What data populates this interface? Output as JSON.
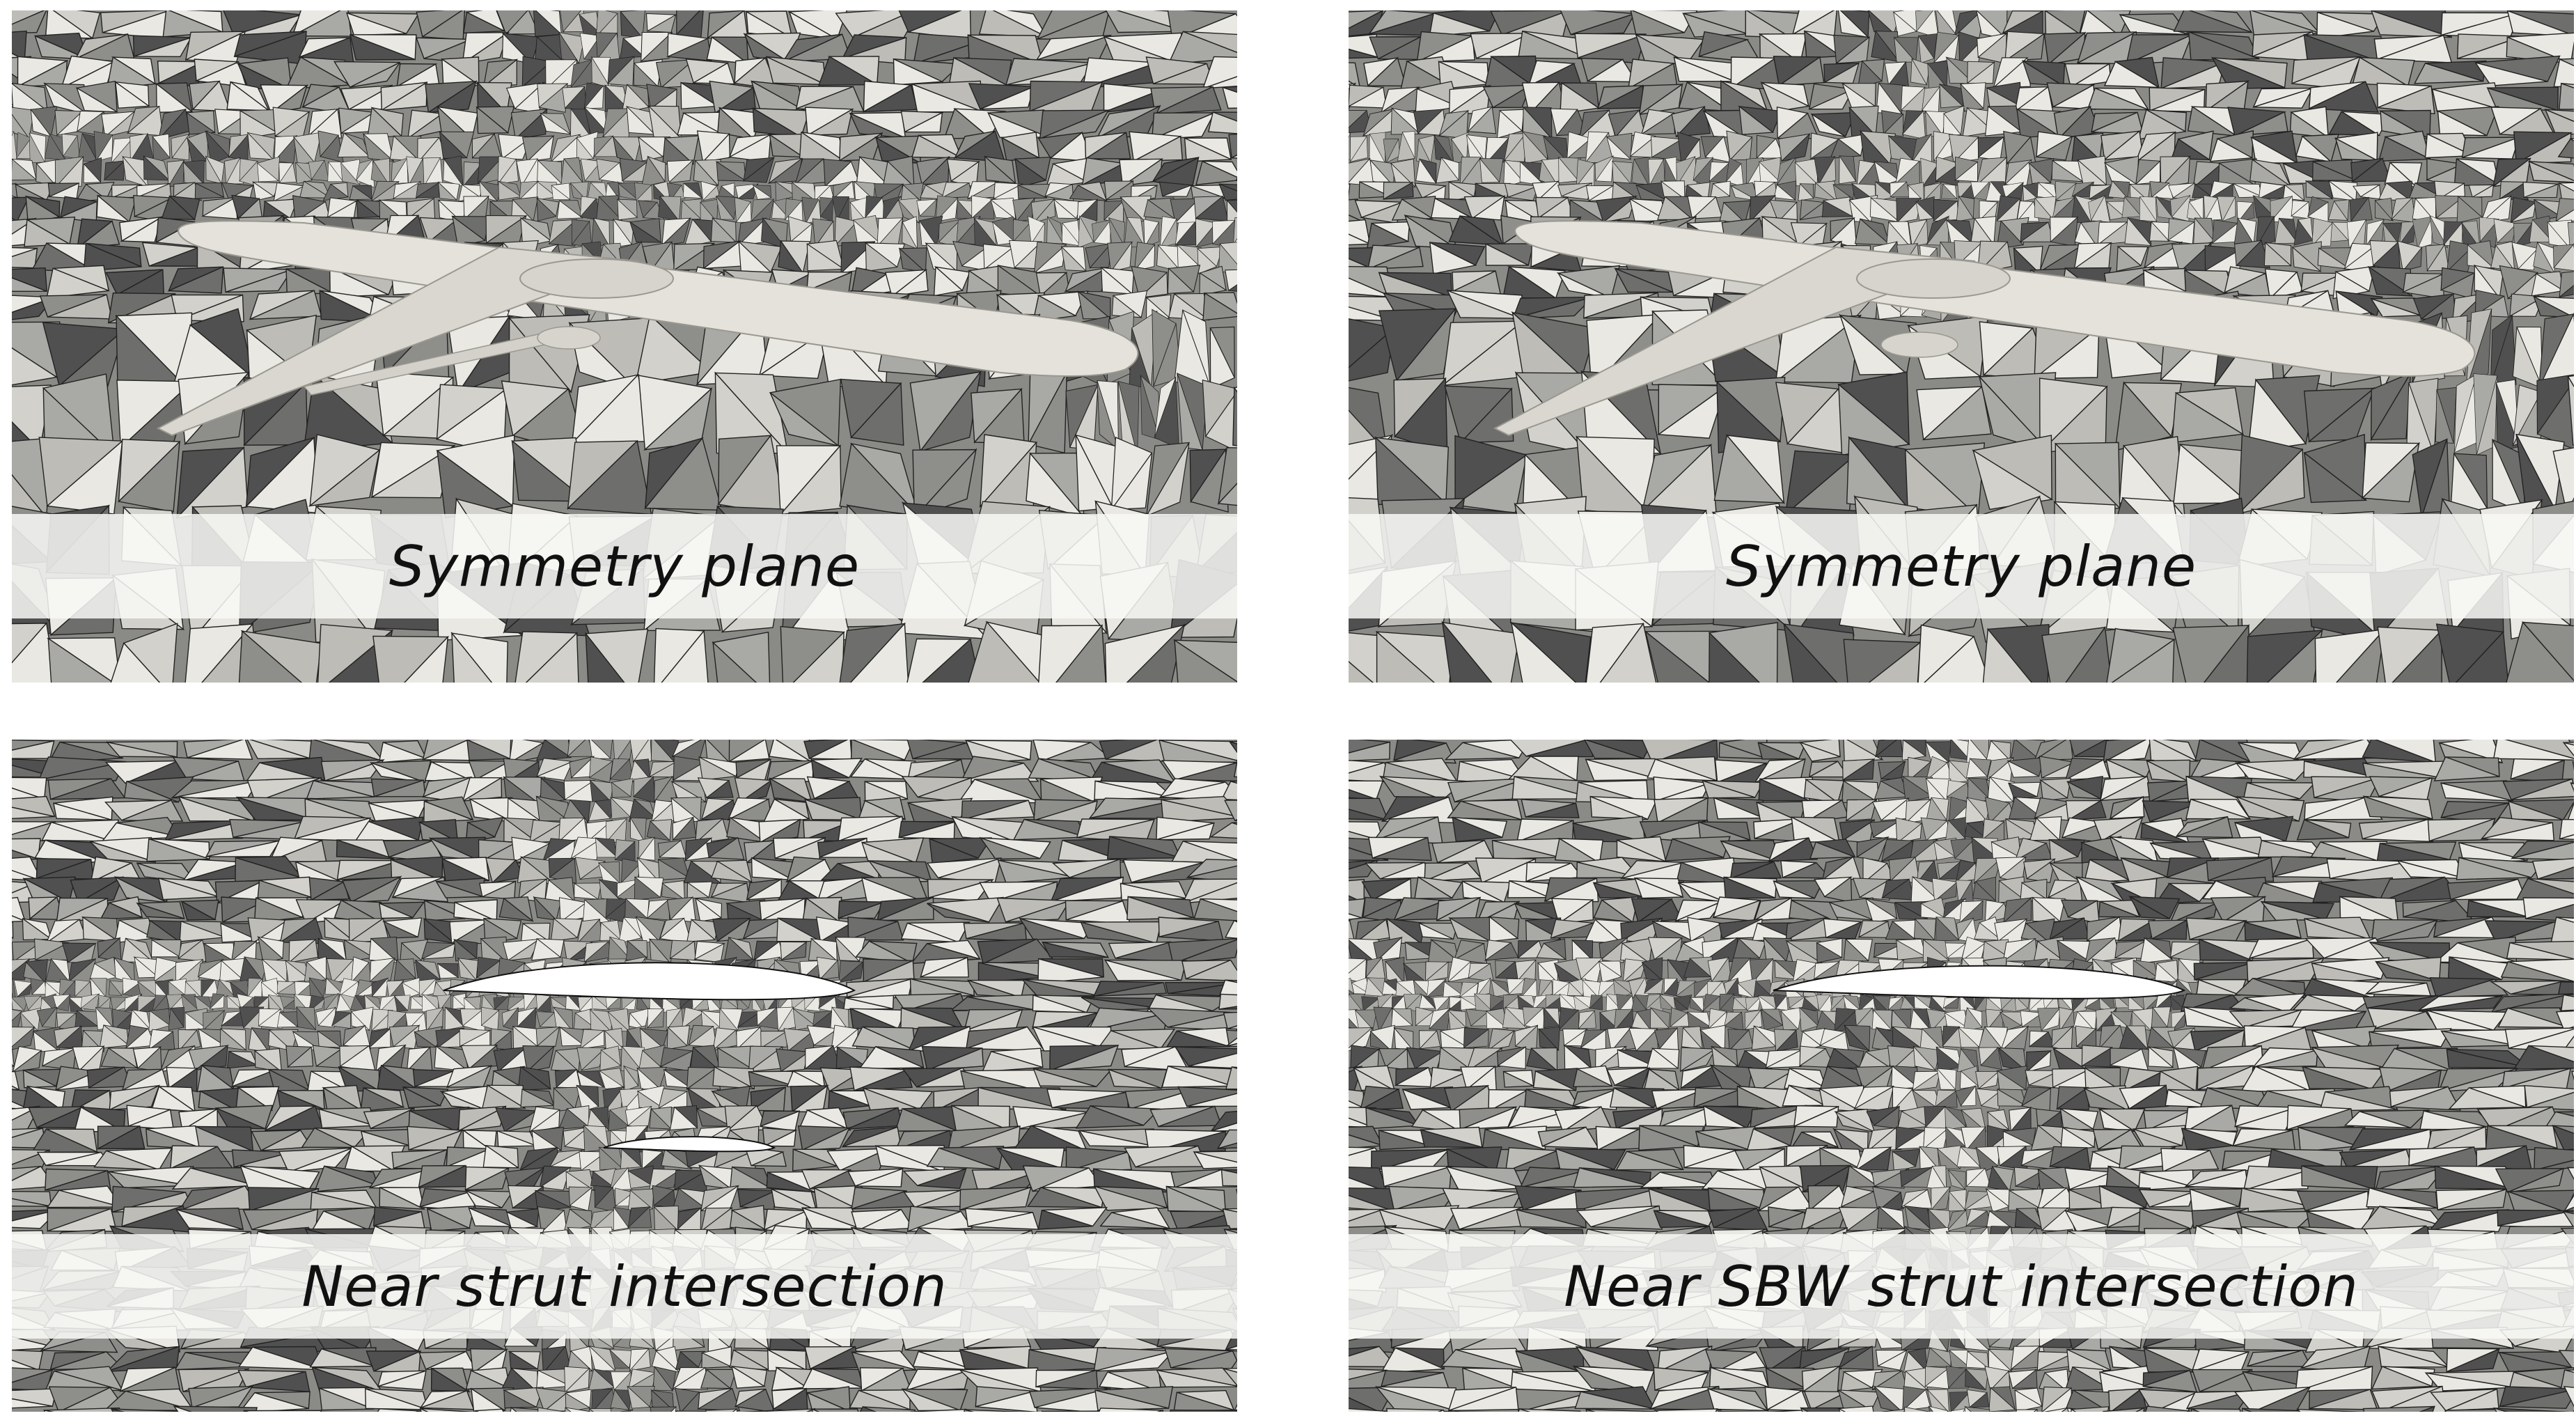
{
  "panels": [
    {
      "id": "p1",
      "caption": "Symmetry plane",
      "view": "aircraft",
      "variant": "strut"
    },
    {
      "id": "p2",
      "caption": "Symmetry plane",
      "view": "aircraft",
      "variant": "sbw"
    },
    {
      "id": "p3",
      "caption": "Near strut intersection",
      "view": "section",
      "variant": "two-foils"
    },
    {
      "id": "p4",
      "caption": "Near SBW strut intersection",
      "view": "section",
      "variant": "one-foil"
    }
  ],
  "colors": {
    "mesh_light": "#e9e8e2",
    "mesh_mid": "#a9a9a5",
    "mesh_dark": "#505050",
    "mesh_edge": "#222222",
    "body_fill": "#e4e2da",
    "foil_fill": "#ffffff"
  }
}
